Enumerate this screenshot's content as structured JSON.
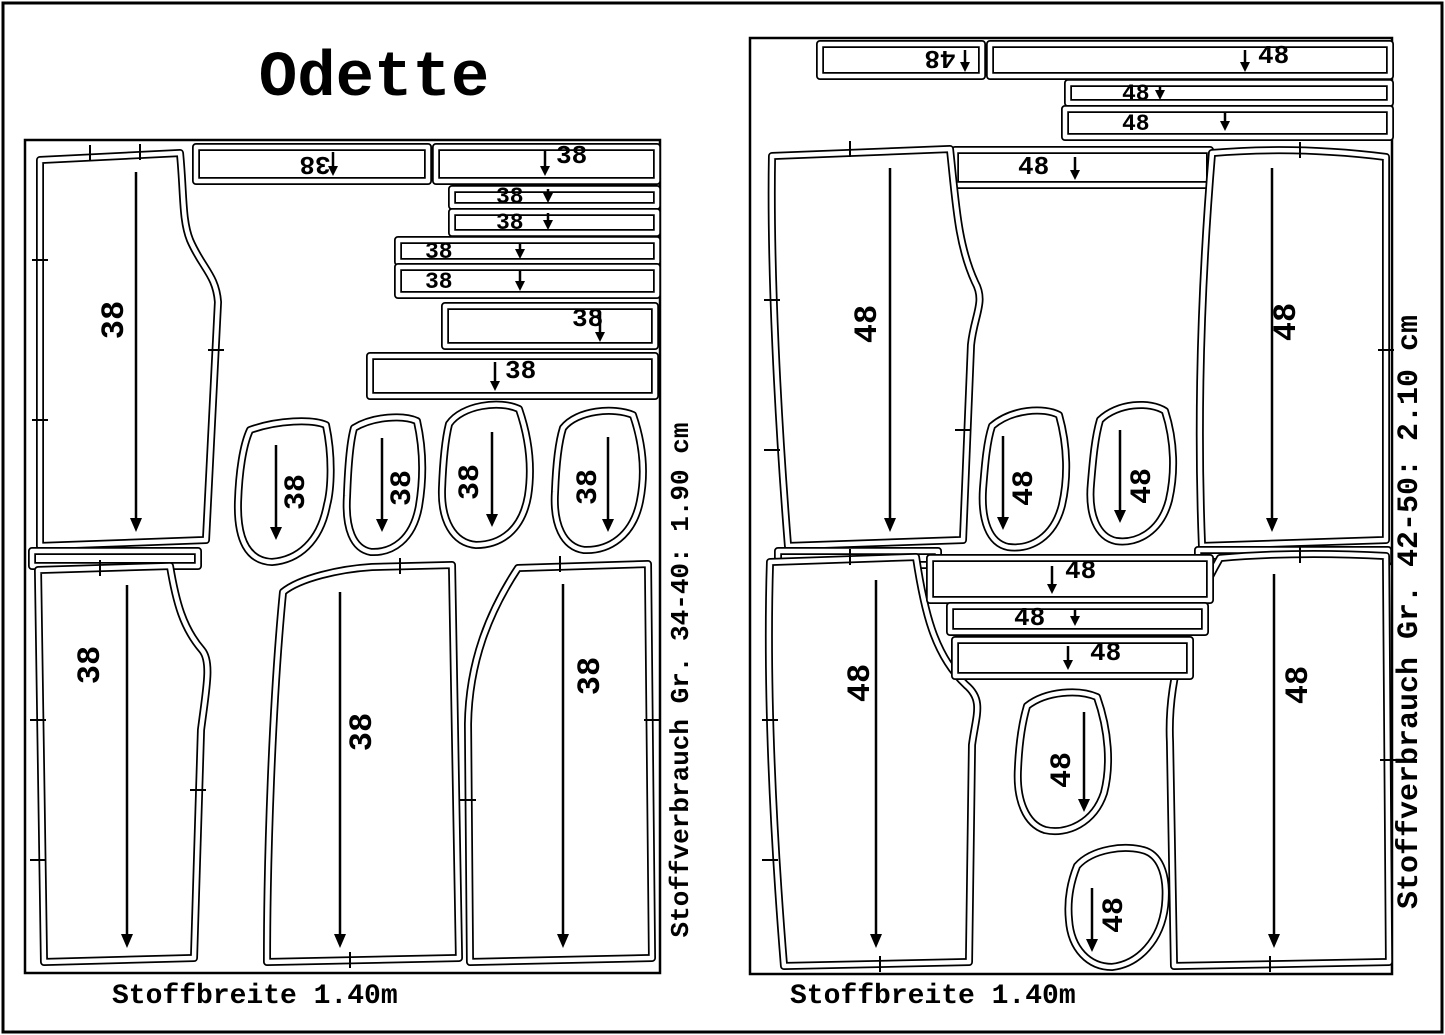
{
  "title": "Odette",
  "left_panel": {
    "size": "38",
    "usage": "Stoffverbrauch Gr. 34-40: 1.90 cm",
    "fabric_width": "Stoffbreite 1.40m"
  },
  "right_panel": {
    "size": "48",
    "usage": "Stoffverbrauch Gr. 42-50: 2.10 cm",
    "fabric_width": "Stoffbreite 1.40m"
  },
  "colors": {
    "line": "#000000",
    "background": "#ffffff"
  }
}
